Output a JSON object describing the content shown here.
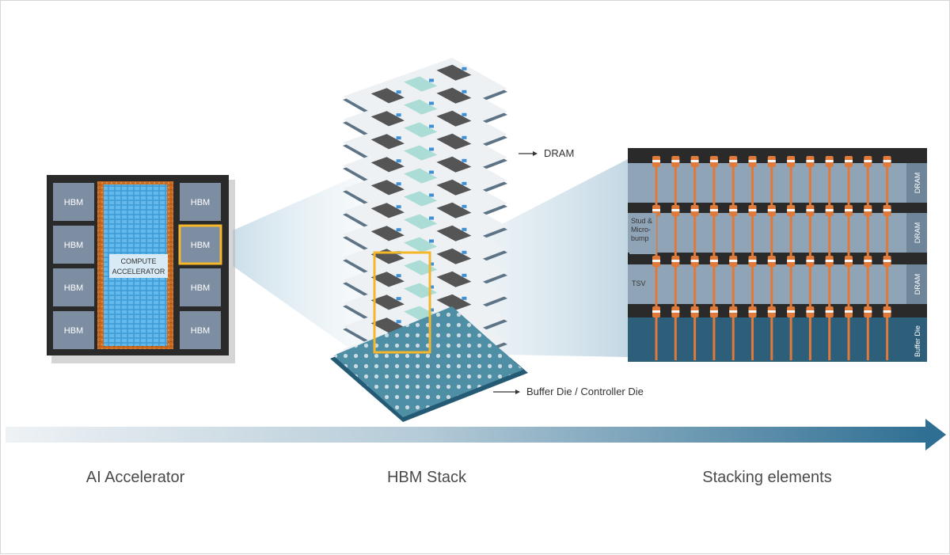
{
  "accelerator": {
    "hbm_labels": [
      "HBM",
      "HBM",
      "HBM",
      "HBM",
      "HBM",
      "HBM",
      "HBM",
      "HBM"
    ],
    "core_line1": "COMPUTE",
    "core_line2": "ACCELERATOR"
  },
  "stack": {
    "dram_label": "DRAM",
    "buffer_label": "Buffer Die / Controller Die"
  },
  "detail": {
    "layer_labels": [
      "DRAM",
      "DRAM",
      "DRAM",
      "Buffer Die"
    ],
    "stud_label": [
      "Stud &",
      "Micro-",
      "bump"
    ],
    "tsv_label": "TSV"
  },
  "captions": {
    "left": "AI Accelerator",
    "center": "HBM Stack",
    "right": "Stacking elements"
  },
  "colors": {
    "arrow_start": "#e8eef3",
    "arrow_end": "#2f6f93",
    "highlight": "#f5b62a",
    "hbm_tile": "#7f8fa3",
    "core_orange": "#d9772d",
    "core_blue": "#4aa8e0",
    "detail_die": "#8fa4b6",
    "buffer_die": "#2d5f7a",
    "bump_orange": "#e07a3a"
  },
  "icons": [
    "right-arrow-icon"
  ]
}
